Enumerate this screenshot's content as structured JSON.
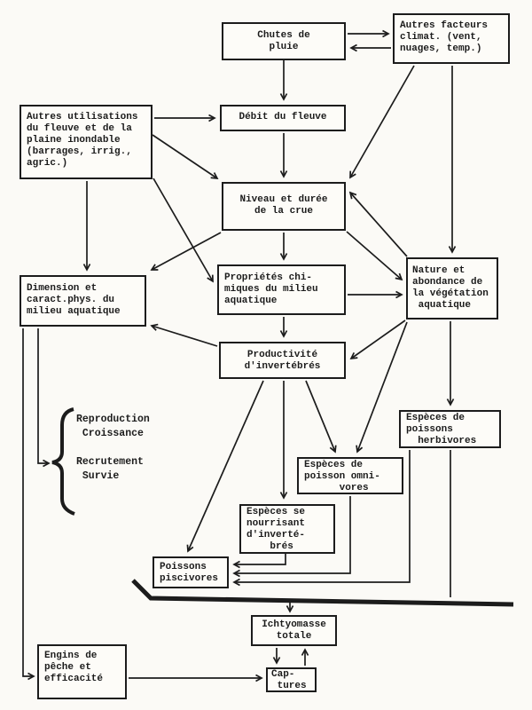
{
  "page": {
    "background": "#fbfaf6",
    "ink": "#1c1c1c"
  },
  "nodes": {
    "chutes": {
      "text": "Chutes de\npluie"
    },
    "climat": {
      "text": "Autres facteurs\nclimat. (vent,\nnuages, temp.)"
    },
    "utilisations": {
      "text": "Autres utilisations\ndu fleuve et de la\nplaine inondable\n(barrages, irrig.,\nagric.)"
    },
    "debit": {
      "text": "Débit du fleuve"
    },
    "niveau": {
      "text": "Niveau et durée\nde la crue"
    },
    "dimension": {
      "text": "Dimension et\ncaract.phys. du\nmilieu aquatique"
    },
    "proprietes": {
      "text": "Propriétés chi-\nmiques du milieu\naquatique"
    },
    "nature": {
      "text": "Nature et\nabondance de\nla végétation\n aquatique"
    },
    "productivite": {
      "text": "Productivité\nd'invertébrés"
    },
    "herbivores": {
      "text": "Espèces de\npoissons\n  herbivores"
    },
    "omnivores": {
      "text": "Espèces de\npoisson omni-\n      vores"
    },
    "nourrissant": {
      "text": "Espèces se\nnourrisant\nd'inverté-\n    brés"
    },
    "piscivores": {
      "text": "Poissons\npiscivores"
    },
    "ichtyomasse": {
      "text": "Ichtyomasse\ntotale"
    },
    "captures": {
      "text": "Cap-\n tures"
    },
    "engins": {
      "text": "Engins de\npêche et\nefficacité"
    }
  },
  "annotations": {
    "lifecycle": "Reproduction\n Croissance\n\nRecrutement\n Survie"
  }
}
